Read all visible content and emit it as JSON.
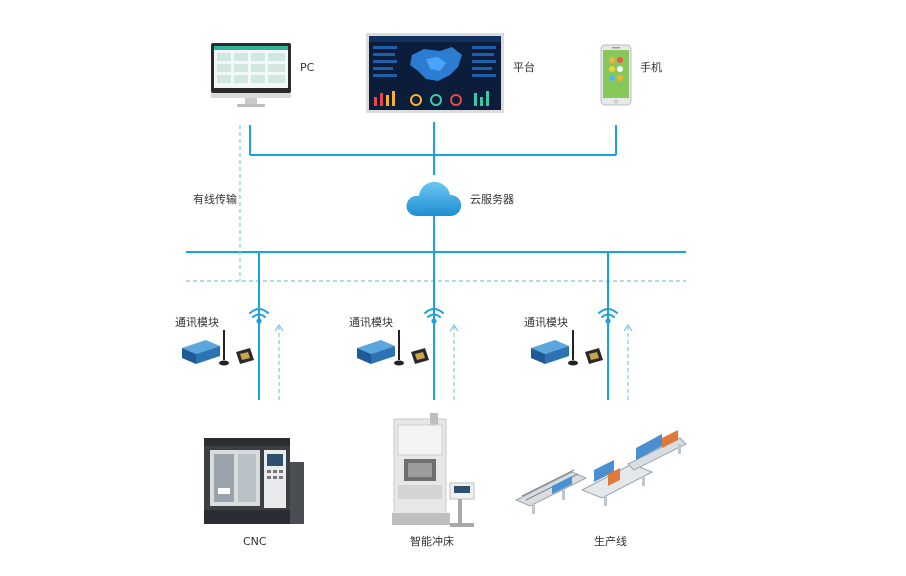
{
  "clients": {
    "pc": "PC",
    "platform": "平台",
    "phone": "手机"
  },
  "network": {
    "wired": "有线传输",
    "cloud": "云服务器"
  },
  "modules": [
    "通讯模块",
    "通讯模块",
    "通讯模块"
  ],
  "machines": [
    "CNC",
    "智能冲床",
    "生产线"
  ],
  "colors": {
    "line": "#1aa3db",
    "dashed": "#7cc8ea"
  }
}
